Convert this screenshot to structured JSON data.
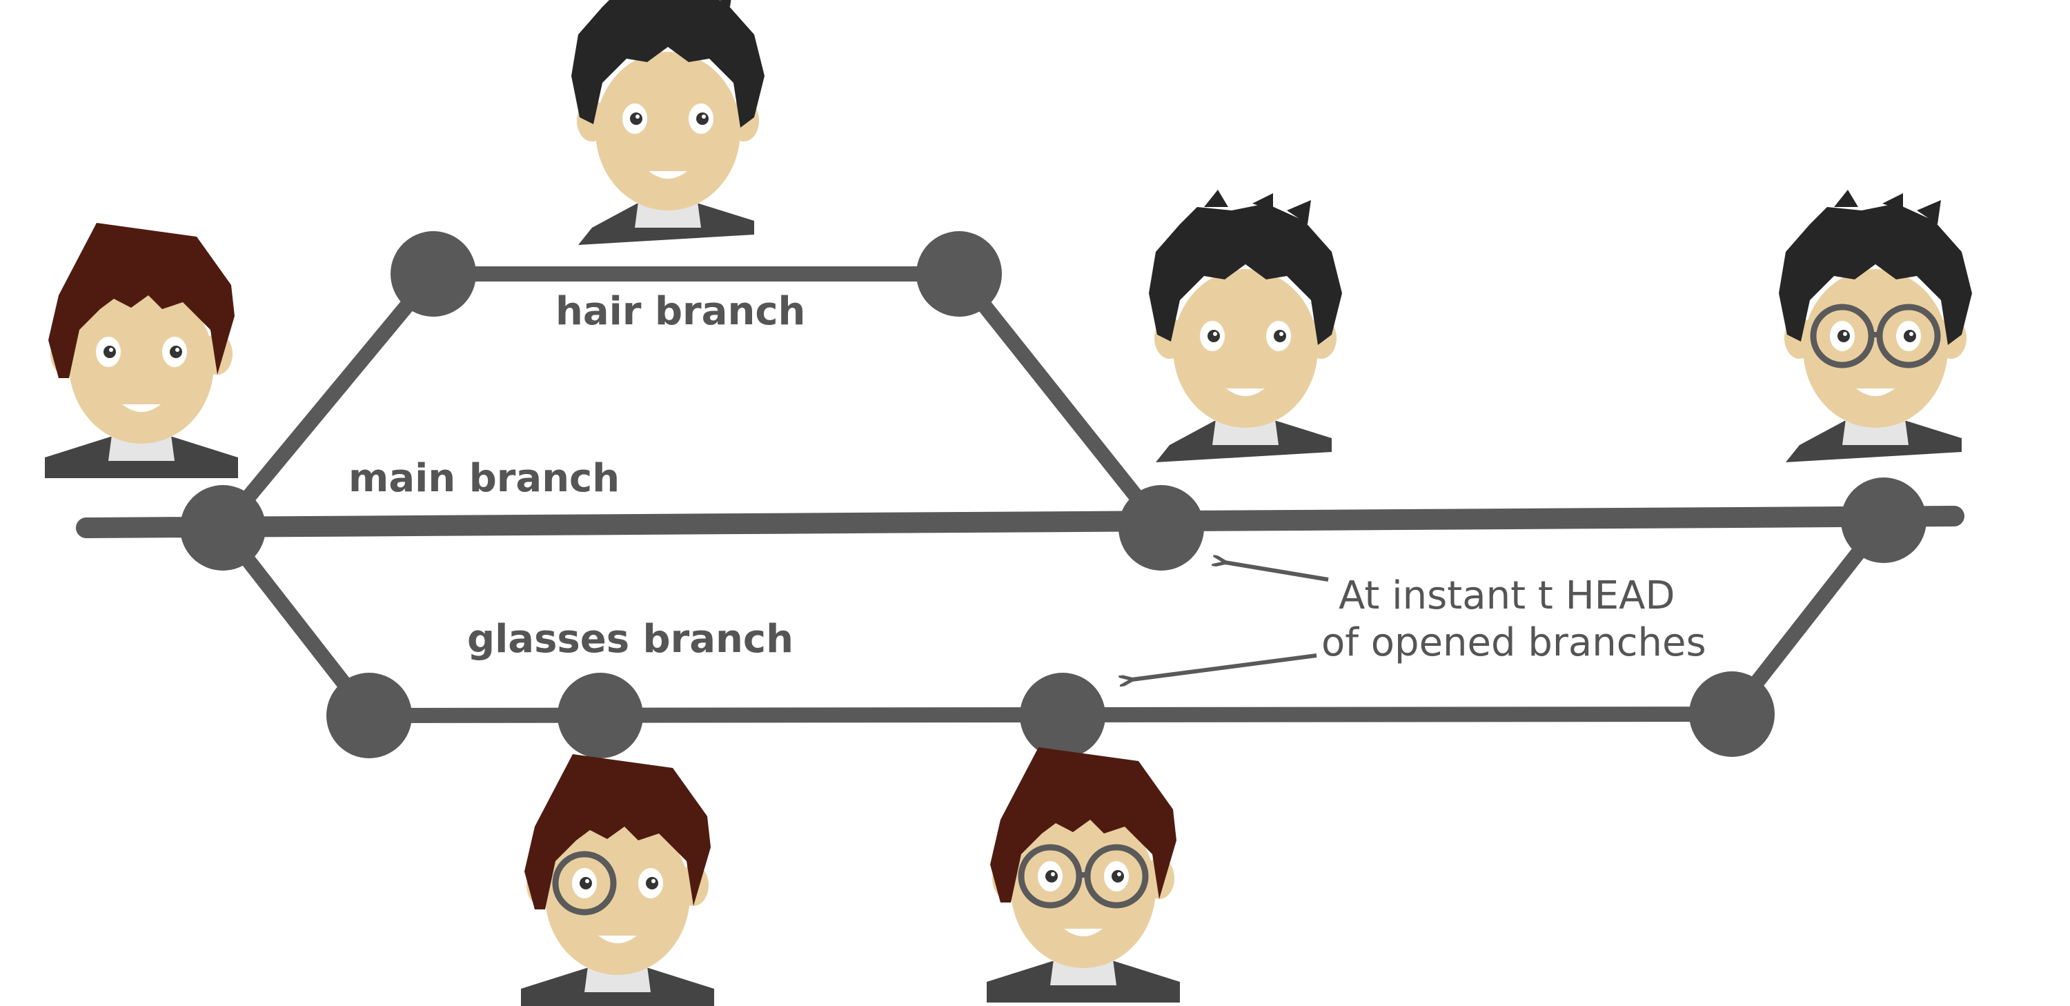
{
  "labels": {
    "hair_branch": "hair branch",
    "main_branch": "main branch",
    "glasses_branch": "glasses branch",
    "head_note_line1": "At instant t HEAD",
    "head_note_line2": "of opened branches"
  },
  "colors": {
    "line": "#595959",
    "text": "#555555",
    "skin": "#E9CFA0",
    "black_hair": "#262626",
    "brown_hair": "#4F1B10",
    "suit": "#444444",
    "shirt": "#E5E5E5",
    "glasses": "#5a5a5a"
  },
  "avatars": [
    {
      "id": "avatar-main-start",
      "hair": "brown",
      "glasses": "none"
    },
    {
      "id": "avatar-hair-branch",
      "hair": "black",
      "glasses": "none"
    },
    {
      "id": "avatar-after-hair-merge",
      "hair": "black",
      "glasses": "none"
    },
    {
      "id": "avatar-final",
      "hair": "black",
      "glasses": "both"
    },
    {
      "id": "avatar-glasses-one",
      "hair": "brown",
      "glasses": "one"
    },
    {
      "id": "avatar-glasses-both",
      "hair": "brown",
      "glasses": "both"
    }
  ]
}
